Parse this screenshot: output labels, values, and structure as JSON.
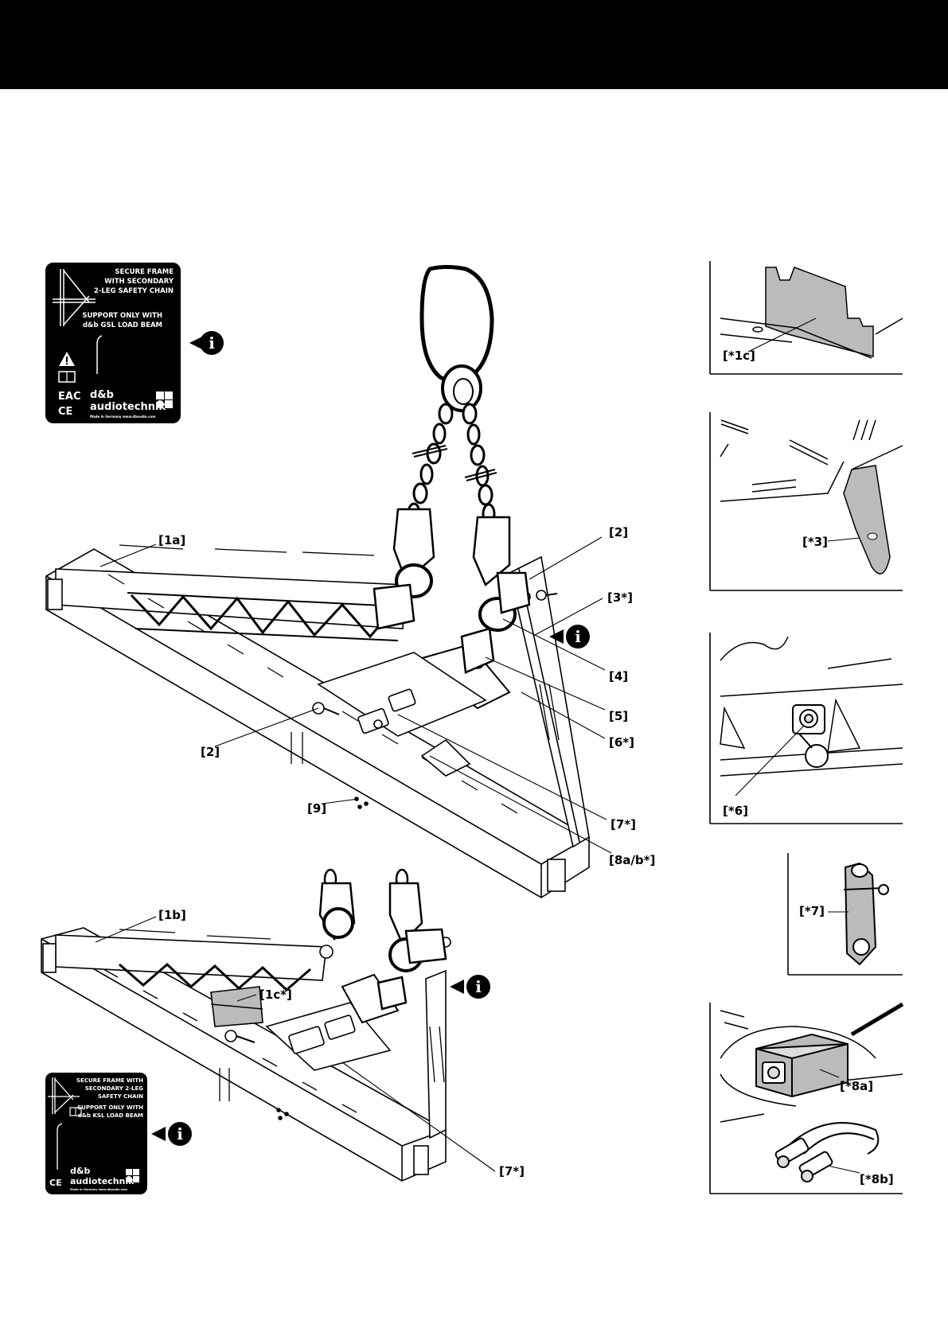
{
  "plate_top": {
    "line1": "SECURE FRAME",
    "line2": "WITH SECONDARY",
    "line3": "2-LEG SAFETY CHAIN",
    "line4": "SUPPORT ONLY WITH",
    "line5": "d&b GSL LOAD BEAM",
    "mark_eac": "EAC",
    "mark_ce": "CE",
    "brand1": "d&b",
    "brand2": "audiotechnik",
    "footer": "Made in Germany  www.dbaudio.com"
  },
  "plate_bottom": {
    "line1": "SECURE FRAME WITH",
    "line2": "SECONDARY 2-LEG",
    "line3": "SAFETY CHAIN",
    "line4": "SUPPORT ONLY WITH",
    "line5": "d&b KSL LOAD BEAM",
    "mark_ce": "CE",
    "brand1": "d&b",
    "brand2": "audiotechnik",
    "footer": "Made in Germany  www.dbaudio.com"
  },
  "info_glyph": "i",
  "callouts_top": {
    "c1a": "[1a]",
    "c2_right": "[2]",
    "c3": "[3*]",
    "c4": "[4]",
    "c5": "[5]",
    "c6": "[6*]",
    "c2_left": "[2]",
    "c9": "[9]",
    "c7": "[7*]",
    "c8": "[8a/b*]"
  },
  "callouts_bottom": {
    "c1b": "[1b]",
    "c1c": "[1c*]",
    "c7": "[7*]"
  },
  "detail_panels": {
    "p1": "[*1c]",
    "p2": "[*3]",
    "p3": "[*6]",
    "p4": "[*7]",
    "p5a": "[*8a]",
    "p5b": "[*8b]"
  }
}
